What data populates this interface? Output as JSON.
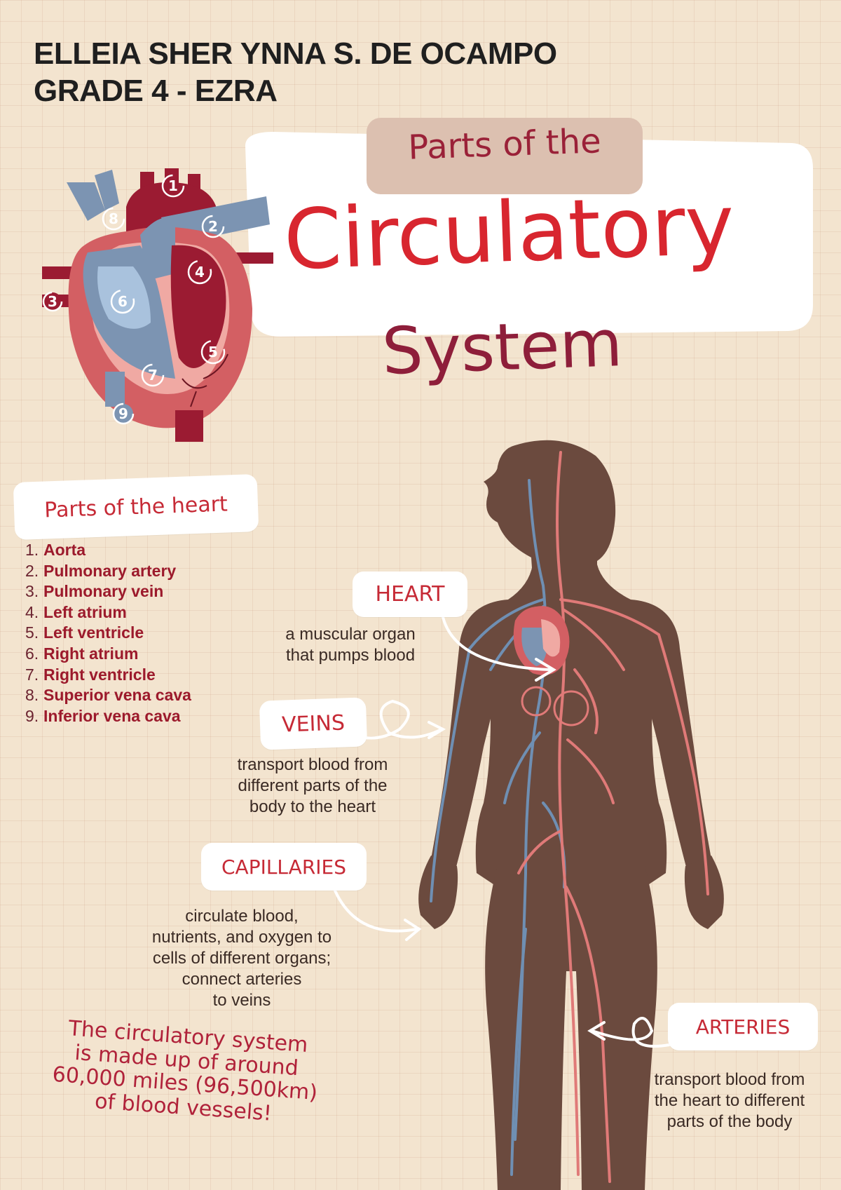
{
  "header": {
    "student_name": "ELLEIA SHER YNNA S. DE OCAMPO",
    "grade": "GRADE 4 - EZRA"
  },
  "title": {
    "line1": "Parts of the",
    "line2": "Circulatory",
    "line3": "System"
  },
  "heart_parts": {
    "heading": "Parts of the heart",
    "items": [
      {
        "number": "1",
        "label": "Aorta"
      },
      {
        "number": "2",
        "label": "Pulmonary artery"
      },
      {
        "number": "3",
        "label": "Pulmonary vein"
      },
      {
        "number": "4",
        "label": "Left atrium"
      },
      {
        "number": "5",
        "label": "Left ventricle"
      },
      {
        "number": "6",
        "label": "Right atrium"
      },
      {
        "number": "7",
        "label": "Right ventricle"
      },
      {
        "number": "8",
        "label": "Superior vena cava"
      },
      {
        "number": "9",
        "label": "Inferior vena cava"
      }
    ]
  },
  "callouts": {
    "heart": {
      "label": "HEART",
      "desc_lines": [
        "a muscular organ",
        "that  pumps blood"
      ]
    },
    "veins": {
      "label": "VEINS",
      "desc_lines": [
        "transport blood from",
        "different parts of the",
        "body to the heart"
      ]
    },
    "capillaries": {
      "label": "CAPILLARIES",
      "desc_lines": [
        "circulate blood,",
        "nutrients, and oxygen to",
        "cells of different organs;",
        "connect arteries",
        "to veins"
      ]
    },
    "arteries": {
      "label": "ARTERIES",
      "desc_lines": [
        "transport blood from",
        "the heart to different",
        "parts of the body"
      ]
    }
  },
  "fun_fact": {
    "lines": [
      "The circulatory system",
      "is made up of around",
      "60,000 miles (96,500km)",
      "of blood vessels!"
    ]
  },
  "colors": {
    "background": "#f3e4cf",
    "title_red": "#d8262f",
    "system_maroon": "#8e1e3a",
    "body_brown": "#6b4a3e",
    "vein_blue": "#6f8fb3",
    "artery_pink": "#e07a78"
  }
}
